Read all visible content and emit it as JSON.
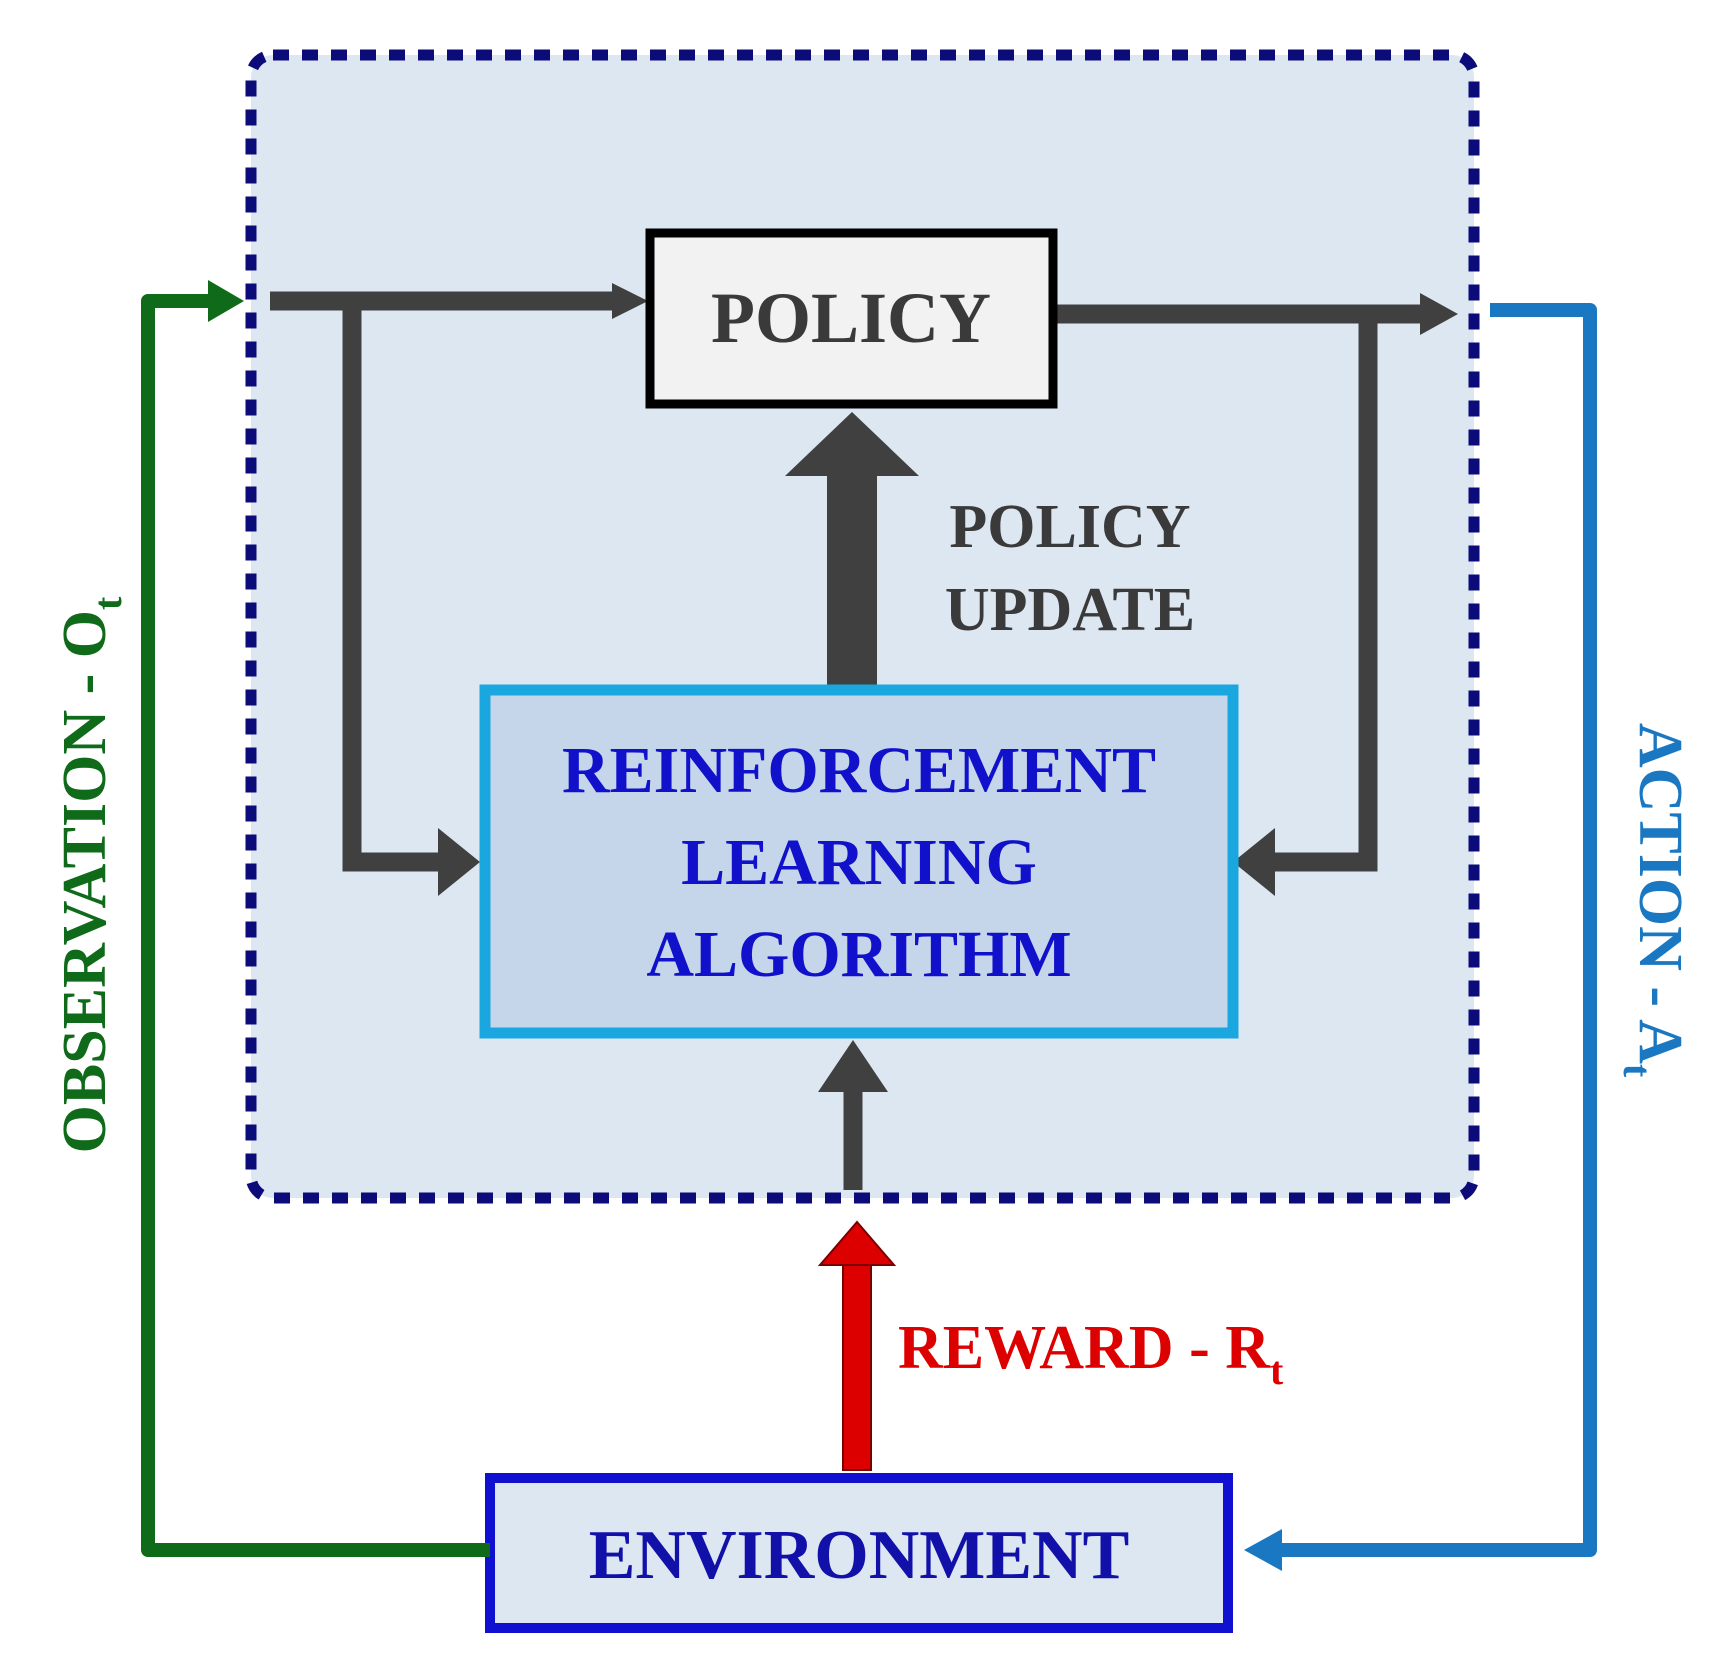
{
  "blocks": {
    "policy": "POLICY",
    "rl_algorithm": [
      "REINFORCEMENT",
      "LEARNING",
      "ALGORITHM"
    ],
    "environment": "ENVIRONMENT"
  },
  "labels": {
    "policy_update": [
      "POLICY",
      "UPDATE"
    ],
    "reward": {
      "text": "REWARD - R",
      "subscript": "t"
    },
    "observation": {
      "text": "OBSERVATION - O",
      "subscript": "t"
    },
    "action": {
      "text": "ACTION - A",
      "subscript": "t"
    }
  },
  "colors": {
    "agent_border": "#0b0b7a",
    "agent_fill": "#dde7f2",
    "policy_border": "#000000",
    "policy_fill": "#f2f2f2",
    "rl_border": "#1aa7e0",
    "rl_fill": "#c5d6ea",
    "env_border": "#1010d0",
    "env_fill": "#dde7f2",
    "internal_arrow": "#404040",
    "observation": "#0f6b1a",
    "action": "#1a78c2",
    "reward": "#dd0000",
    "rl_text": "#1111cc",
    "env_text": "#1111aa",
    "policy_text": "#3a3a3a"
  }
}
